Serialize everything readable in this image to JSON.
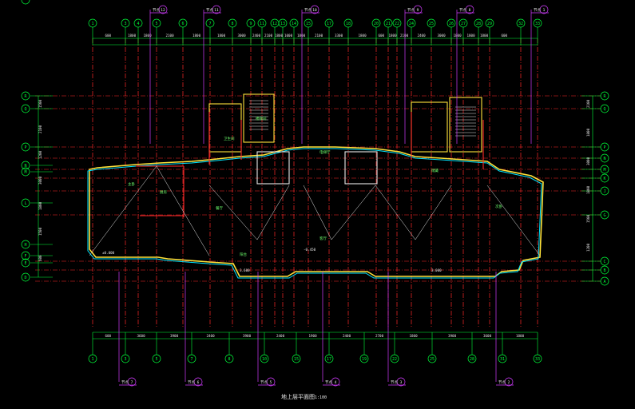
{
  "drawing": {
    "title": "地上层平面图",
    "scale": "1:100",
    "colors": {
      "background": "#000000",
      "axis": "#00ff3a",
      "grid_red": "#ff2a2a",
      "wall_yellow": "#ffe23a",
      "wall_cyan": "#00e5ff",
      "dim_white": "#e8e8e8",
      "magenta": "#d23cff",
      "green_text": "#6dff6d"
    },
    "top_axes": [
      "1",
      "3",
      "4",
      "5",
      "6",
      "7",
      "8",
      "9",
      "11",
      "12",
      "13",
      "14",
      "15",
      "17",
      "18",
      "20",
      "21",
      "22",
      "24",
      "25",
      "26",
      "27",
      "28",
      "29",
      "32",
      "33"
    ],
    "bottom_axes": [
      "1",
      "3",
      "5",
      "7",
      "8",
      "10",
      "15",
      "17",
      "19",
      "22",
      "25",
      "28",
      "31",
      "33"
    ],
    "side_axes_left": [
      "R",
      "Q",
      "P",
      "N",
      "M",
      "L",
      "H",
      "F",
      "E",
      "D",
      "A"
    ],
    "side_axes_right": [
      "R",
      "Q",
      "P",
      "N",
      "M",
      "K",
      "J",
      "G",
      "C",
      "B",
      "A"
    ],
    "top_dims": [
      "600",
      "1800",
      "1800",
      "2100",
      "1800",
      "1800",
      "3000",
      "2400",
      "2100",
      "1800",
      "1000",
      "1800",
      "2100",
      "3300",
      "1800",
      "600",
      "1800",
      "2100",
      "2400",
      "3000",
      "1800",
      "1800",
      "1800",
      "600"
    ],
    "bottom_dims": [
      "600",
      "3600",
      "3900",
      "2400",
      "3900",
      "2400",
      "1900",
      "2400",
      "2700",
      "1800",
      "3900",
      "3600",
      "1800",
      "600"
    ],
    "left_dims": [
      "1500",
      "2100",
      "1200",
      "3000",
      "1800",
      "1500",
      "600"
    ],
    "right_dims": [
      "2100",
      "1800",
      "3000",
      "1800",
      "1500",
      "1200"
    ],
    "callouts_top": [
      {
        "axis": "5",
        "tag": "节点",
        "num": "12"
      },
      {
        "axis": "7",
        "tag": "节点",
        "num": "11"
      },
      {
        "axis": "15",
        "tag": "节点",
        "num": "10"
      },
      {
        "axis": "24",
        "tag": "节点",
        "num": "9"
      },
      {
        "axis": "27",
        "tag": "节点",
        "num": "8"
      },
      {
        "axis": "33",
        "tag": "节点",
        "num": "1"
      }
    ],
    "callouts_bottom": [
      {
        "axis": "3",
        "tag": "节点",
        "num": "7"
      },
      {
        "axis": "7",
        "tag": "节点",
        "num": "6"
      },
      {
        "axis": "10",
        "tag": "节点",
        "num": "5"
      },
      {
        "axis": "17",
        "tag": "节点",
        "num": "4"
      },
      {
        "axis": "22",
        "tag": "节点",
        "num": "3"
      },
      {
        "axis": "31",
        "tag": "节点",
        "num": "2"
      }
    ],
    "room_labels": [
      "厨房",
      "餐厅",
      "客厅",
      "主卧",
      "次卧",
      "卫生间",
      "楼梯间",
      "电梯厅",
      "阳台",
      "储藏"
    ],
    "elevation_marks": [
      "±0.000",
      "-0.450",
      "3.000",
      "3.600"
    ]
  }
}
